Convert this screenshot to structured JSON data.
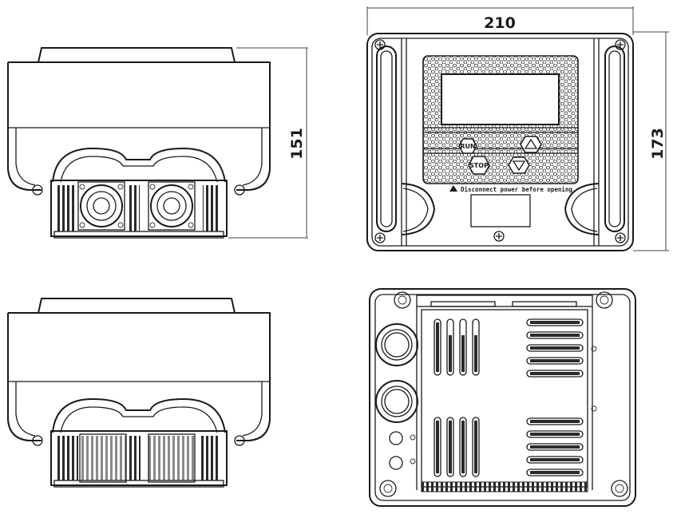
{
  "dimensions": {
    "side_height": "151",
    "front_width": "210",
    "front_height": "173"
  },
  "front_panel": {
    "run_label": "RUN",
    "stop_label": "STOP",
    "warning_text": "Disconnect power before opening"
  }
}
